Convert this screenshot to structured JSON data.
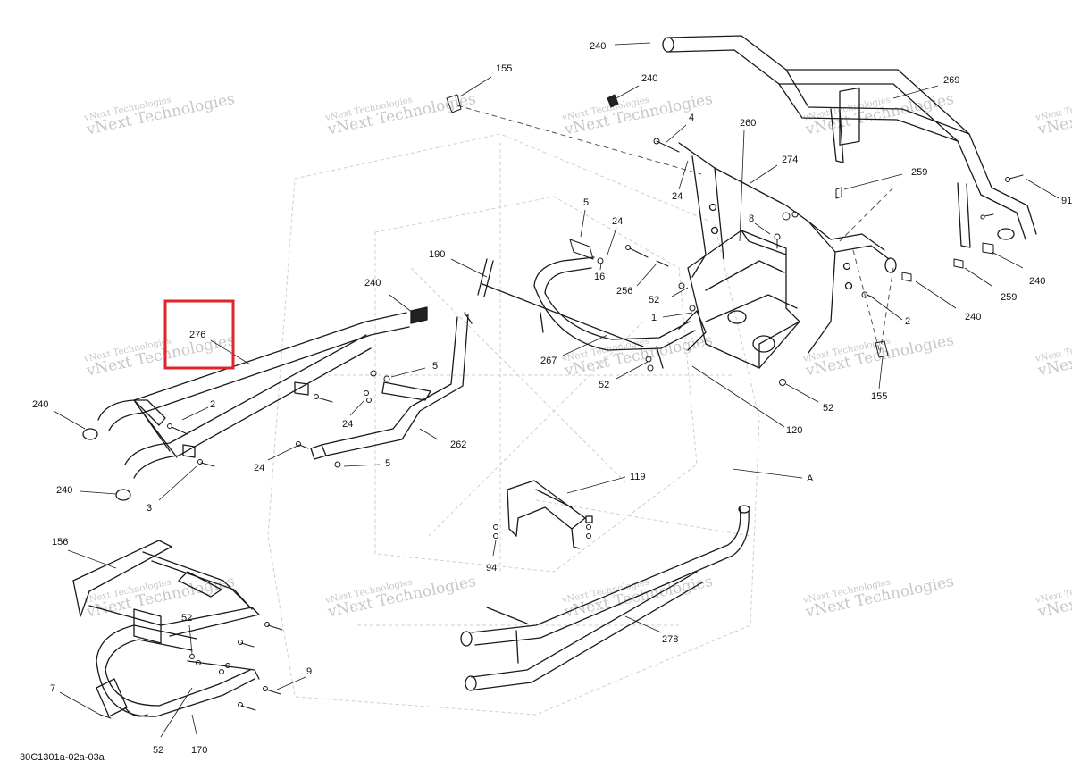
{
  "drawing": {
    "reference_code": "30C1301a-02a-03a",
    "watermark_line1": "vNext Technologies",
    "watermark_line2": "vNext Technologies",
    "highlight_color": "#e0242a",
    "line_color": "#1a1a1a",
    "ghost_color": "#c8c8c8"
  },
  "callouts": [
    {
      "id": "c240a",
      "label": "240"
    },
    {
      "id": "c155a",
      "label": "155"
    },
    {
      "id": "c240b",
      "label": "240"
    },
    {
      "id": "c269",
      "label": "269"
    },
    {
      "id": "c4",
      "label": "4"
    },
    {
      "id": "c260",
      "label": "260"
    },
    {
      "id": "c274",
      "label": "274"
    },
    {
      "id": "c259a",
      "label": "259"
    },
    {
      "id": "c91",
      "label": "91"
    },
    {
      "id": "c24a",
      "label": "24"
    },
    {
      "id": "c5a",
      "label": "5"
    },
    {
      "id": "c24b",
      "label": "24"
    },
    {
      "id": "c8",
      "label": "8"
    },
    {
      "id": "c190",
      "label": "190"
    },
    {
      "id": "c16",
      "label": "16"
    },
    {
      "id": "c256",
      "label": "256"
    },
    {
      "id": "c52a",
      "label": "52"
    },
    {
      "id": "c240c",
      "label": "240"
    },
    {
      "id": "c259b",
      "label": "259"
    },
    {
      "id": "c240d",
      "label": "240"
    },
    {
      "id": "c2a",
      "label": "2"
    },
    {
      "id": "c1",
      "label": "1"
    },
    {
      "id": "c276",
      "label": "276"
    },
    {
      "id": "c240e",
      "label": "240"
    },
    {
      "id": "c5b",
      "label": "5"
    },
    {
      "id": "c267",
      "label": "267"
    },
    {
      "id": "c52b",
      "label": "52"
    },
    {
      "id": "c155b",
      "label": "155"
    },
    {
      "id": "c52c",
      "label": "52"
    },
    {
      "id": "c240f",
      "label": "240"
    },
    {
      "id": "c2b",
      "label": "2"
    },
    {
      "id": "c24c",
      "label": "24"
    },
    {
      "id": "c262",
      "label": "262"
    },
    {
      "id": "c120",
      "label": "120"
    },
    {
      "id": "c24d",
      "label": "24"
    },
    {
      "id": "c5c",
      "label": "5"
    },
    {
      "id": "cA",
      "label": "A"
    },
    {
      "id": "c119",
      "label": "119"
    },
    {
      "id": "c240g",
      "label": "240"
    },
    {
      "id": "c3",
      "label": "3"
    },
    {
      "id": "c94",
      "label": "94"
    },
    {
      "id": "c156",
      "label": "156"
    },
    {
      "id": "c52d",
      "label": "52"
    },
    {
      "id": "c278",
      "label": "278"
    },
    {
      "id": "c9",
      "label": "9"
    },
    {
      "id": "c7",
      "label": "7"
    },
    {
      "id": "c52e",
      "label": "52"
    },
    {
      "id": "c170",
      "label": "170"
    }
  ]
}
